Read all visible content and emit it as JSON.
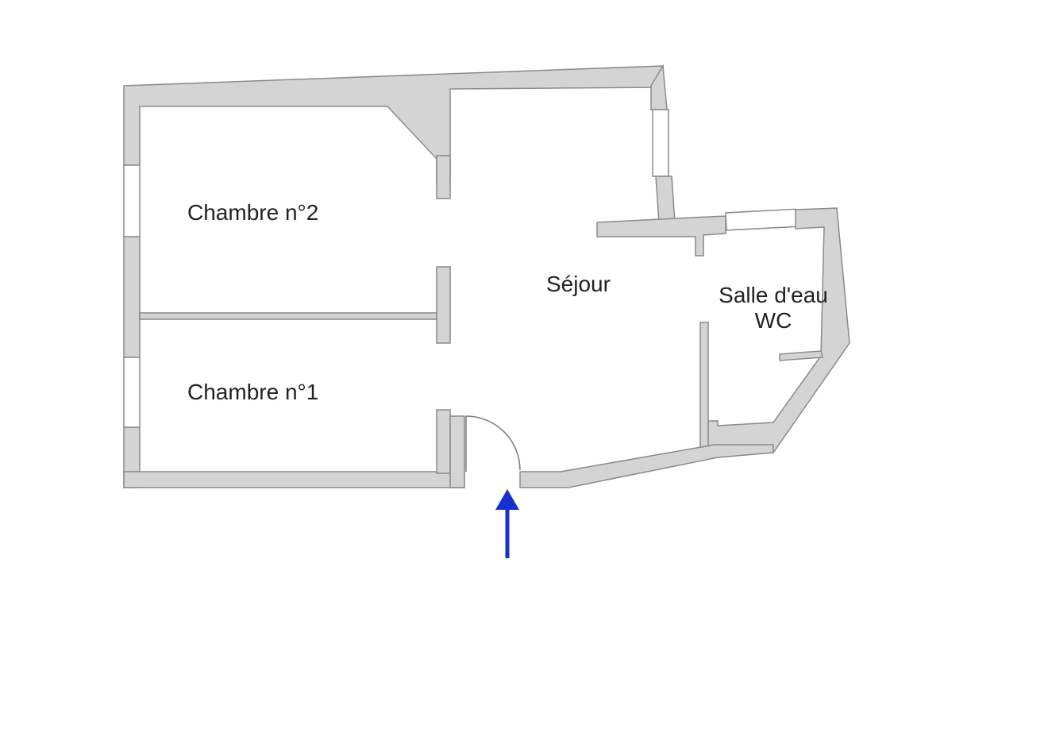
{
  "rooms": {
    "bedroom_2": "Chambre n°2",
    "bedroom_1": "Chambre n°1",
    "living": "Séjour",
    "bathroom_line1": "Salle d'eau",
    "bathroom_line2": "WC"
  },
  "colors": {
    "wall_fill": "#d4d4d4",
    "wall_stroke": "#8a8a8a",
    "entrance_arrow": "#1a2fd1"
  },
  "entrance_arrow_icon": "arrow-up-icon"
}
